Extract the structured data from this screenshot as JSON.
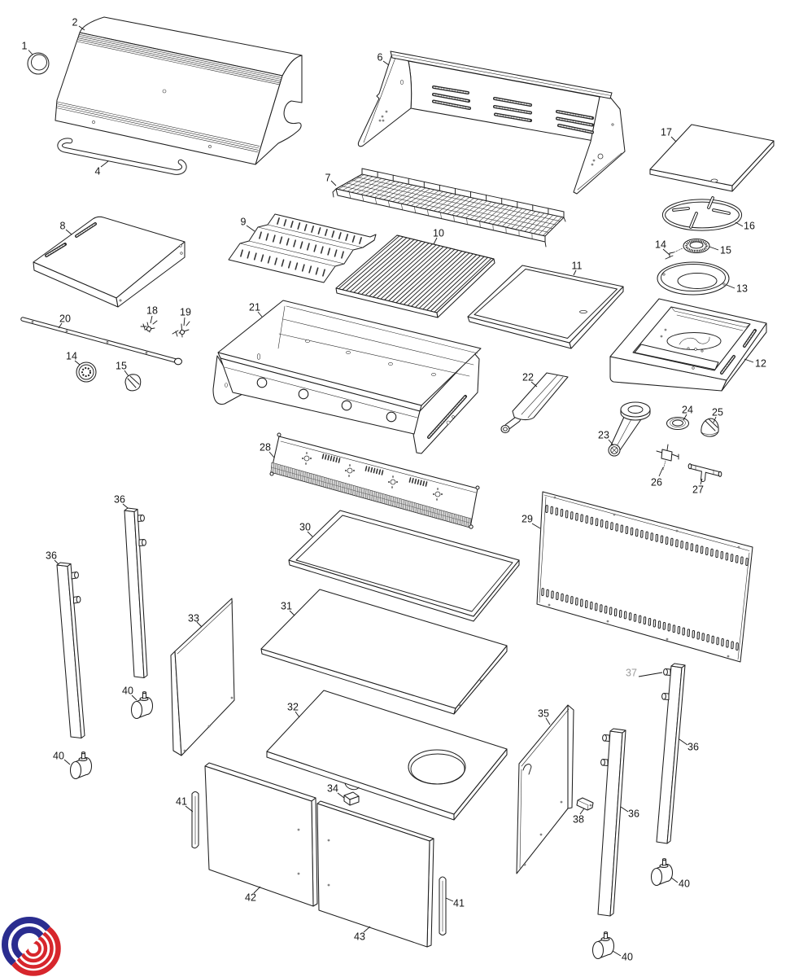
{
  "diagram": {
    "callouts": [
      {
        "label": "1"
      },
      {
        "label": "2"
      },
      {
        "label": "4"
      },
      {
        "label": "6"
      },
      {
        "label": "7"
      },
      {
        "label": "8"
      },
      {
        "label": "9"
      },
      {
        "label": "10"
      },
      {
        "label": "11"
      },
      {
        "label": "12"
      },
      {
        "label": "13"
      },
      {
        "label": "14"
      },
      {
        "label": "15"
      },
      {
        "label": "16"
      },
      {
        "label": "17"
      },
      {
        "label": "18"
      },
      {
        "label": "19"
      },
      {
        "label": "20"
      },
      {
        "label": "21"
      },
      {
        "label": "22"
      },
      {
        "label": "23"
      },
      {
        "label": "24"
      },
      {
        "label": "25"
      },
      {
        "label": "26"
      },
      {
        "label": "27"
      },
      {
        "label": "28"
      },
      {
        "label": "29"
      },
      {
        "label": "30"
      },
      {
        "label": "31"
      },
      {
        "label": "32"
      },
      {
        "label": "33"
      },
      {
        "label": "34"
      },
      {
        "label": "35"
      },
      {
        "label": "36"
      },
      {
        "label": "36"
      },
      {
        "label": "36"
      },
      {
        "label": "36"
      },
      {
        "label": "37",
        "muted": true
      },
      {
        "label": "38"
      },
      {
        "label": "40"
      },
      {
        "label": "40"
      },
      {
        "label": "40"
      },
      {
        "label": "40"
      },
      {
        "label": "41"
      },
      {
        "label": "41"
      },
      {
        "label": "42"
      },
      {
        "label": "43"
      },
      {
        "label": "14"
      },
      {
        "label": "15"
      }
    ]
  },
  "colors": {
    "background": "#ffffff",
    "line_art": "#1f1f1f",
    "callout_text": "#151515",
    "callout_muted_text": "#9b9b9b",
    "logo_blue": "#2a2d8f",
    "logo_red": "#d7262c"
  }
}
